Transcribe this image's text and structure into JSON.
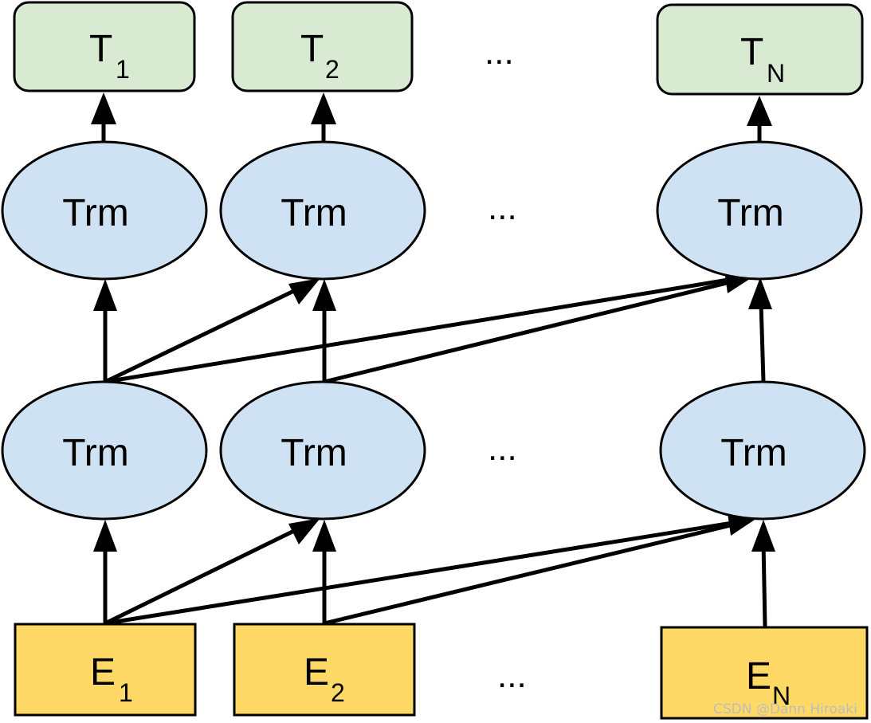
{
  "outputs": [
    {
      "main": "T",
      "sub": "1"
    },
    {
      "main": "T",
      "sub": "2"
    },
    {
      "main": "T",
      "sub": "N"
    }
  ],
  "upper_layer": [
    "Trm",
    "Trm",
    "Trm"
  ],
  "lower_layer": [
    "Trm",
    "Trm",
    "Trm"
  ],
  "inputs": [
    {
      "main": "E",
      "sub": "1"
    },
    {
      "main": "E",
      "sub": "2"
    },
    {
      "main": "E",
      "sub": "N"
    }
  ],
  "ellipsis": "...",
  "watermark": "CSDN @Dann Hiroaki",
  "colors": {
    "output_fill": "#d9ead3",
    "trm_fill": "#cfe2f3",
    "input_fill": "#ffd966",
    "stroke": "#000000"
  }
}
